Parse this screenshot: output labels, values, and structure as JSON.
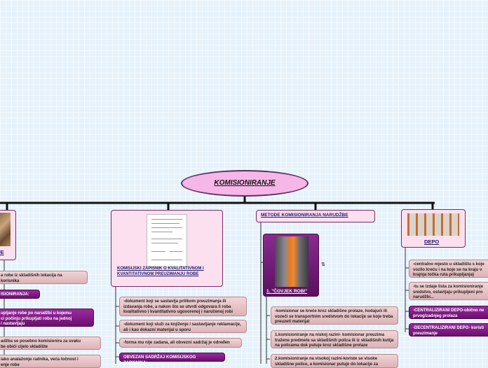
{
  "root": {
    "title": "KOMISIONIRANJE"
  },
  "left": {
    "header_label": "JE",
    "items": [
      "a robe iz skladišnih lokacija na\nkorisnika",
      "ISIONIRANJA:",
      "upljanje robe po narudžbi u kojemu\nci počinju prikupljati robu na jednoj\ni nastavljaju",
      "adžba se posebno komisionira za svaku\nbe obići cijelo skladište",
      "iako analažonje radnika, veća točnost i\nenje robe"
    ]
  },
  "zapisnik": {
    "title": "KOMISIJSKI ZAPISNIK O KVALITATIVNOM I KVANTITATIVNOM PREUZIMANJU ROBE",
    "items": [
      "-dokument koji se sastavlja prilikom preuzimanja ili izdavanja robe, a nakon što se utvrdi odgovara li roba kvalitativno i kvantitativno ugovorenoj i naručenoj robi",
      "-dokument koji služi za knjiženje i sastavljanje reklamacije, ali i kao dokazni materijal u sporu",
      "-forma mu nije zadana, ali obvezni sadržaj je određen",
      "OBVEZAN SADRŽAJ KOMISIJSKOG ZAPISNIKA:"
    ]
  },
  "metode": {
    "title": "METODE KOMISIONIRANJA NARUDŽBE",
    "sub_title": "1. \"ČOVJEK ROBI\"",
    "link_icon": "link-icon",
    "items": [
      "-komisionar se kreće kroz skladišne prolaze, hodajući ili vozeći se transportnim sredstvom do lokacije se koje treba preuzeti materijal",
      "1.komisioniranje na niskoj razini- komisionar preuzima tražene predmete sa skladišnih polica ili iz skladišnih kutija na policama dok putuje kroz skladišne prolaze",
      "2.komisioniranje na visokoj razini-koriste se visoke skladišne police, a komisionar putuje do lokacije za"
    ]
  },
  "depo": {
    "title": "DEPO",
    "items": [
      "-centralno mjesto u skladištu s koje vozilo kreću i na koje se na kraju v krajnja točka ruta prikupljanja)",
      "-tu se izdaje lista za komisioniranje sredstvo, ostavljaju prikupljeni pro narudžbi...",
      "-CENTRALIZIRANI DEPO-obično ne prvog/zadnjeg prolaza",
      "-DECENTRALIZIRANI DEPO- koristi preuzimanje"
    ]
  },
  "colors": {
    "accent": "#7a2b6a",
    "purple": "#7a1a7e",
    "root_fill": "#f7b6e8"
  }
}
